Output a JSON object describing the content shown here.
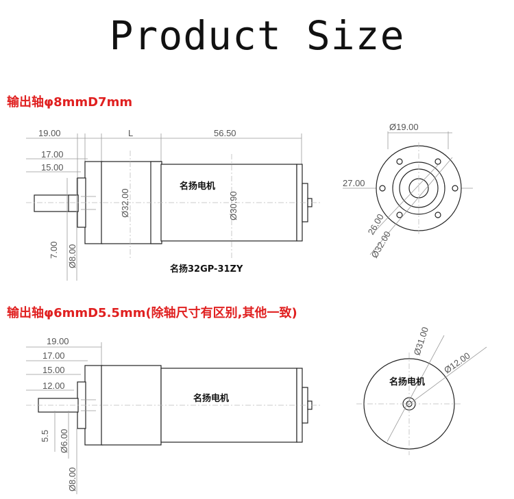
{
  "title": "Product Size",
  "section1": {
    "heading": "输出轴φ8mmD7mm",
    "brand": "名扬电机",
    "model": "名扬32GP-31ZY",
    "dims": {
      "d19": "19.00",
      "d17": "17.00",
      "d15": "15.00",
      "L": "L",
      "d5650": "56.50",
      "d32": "Ø32.00",
      "d3090": "Ø30.90",
      "d7": "7.00",
      "d8": "Ø8.00"
    },
    "front": {
      "d19": "Ø19.00",
      "d27": "27.00",
      "d26": "26.00",
      "d32": "Ø32.00"
    }
  },
  "section2": {
    "heading": "输出轴φ6mmD5.5mm(除轴尺寸有区别,其他一致)",
    "brand": "名扬电机",
    "dims": {
      "d19": "19.00",
      "d17": "17.00",
      "d15": "15.00",
      "d12": "12.00",
      "d55": "5.5",
      "d6": "Ø6.00",
      "d8": "Ø8.00"
    },
    "front": {
      "d31": "Ø31.00",
      "d12": "Ø12.00",
      "brand": "名扬电机"
    }
  }
}
